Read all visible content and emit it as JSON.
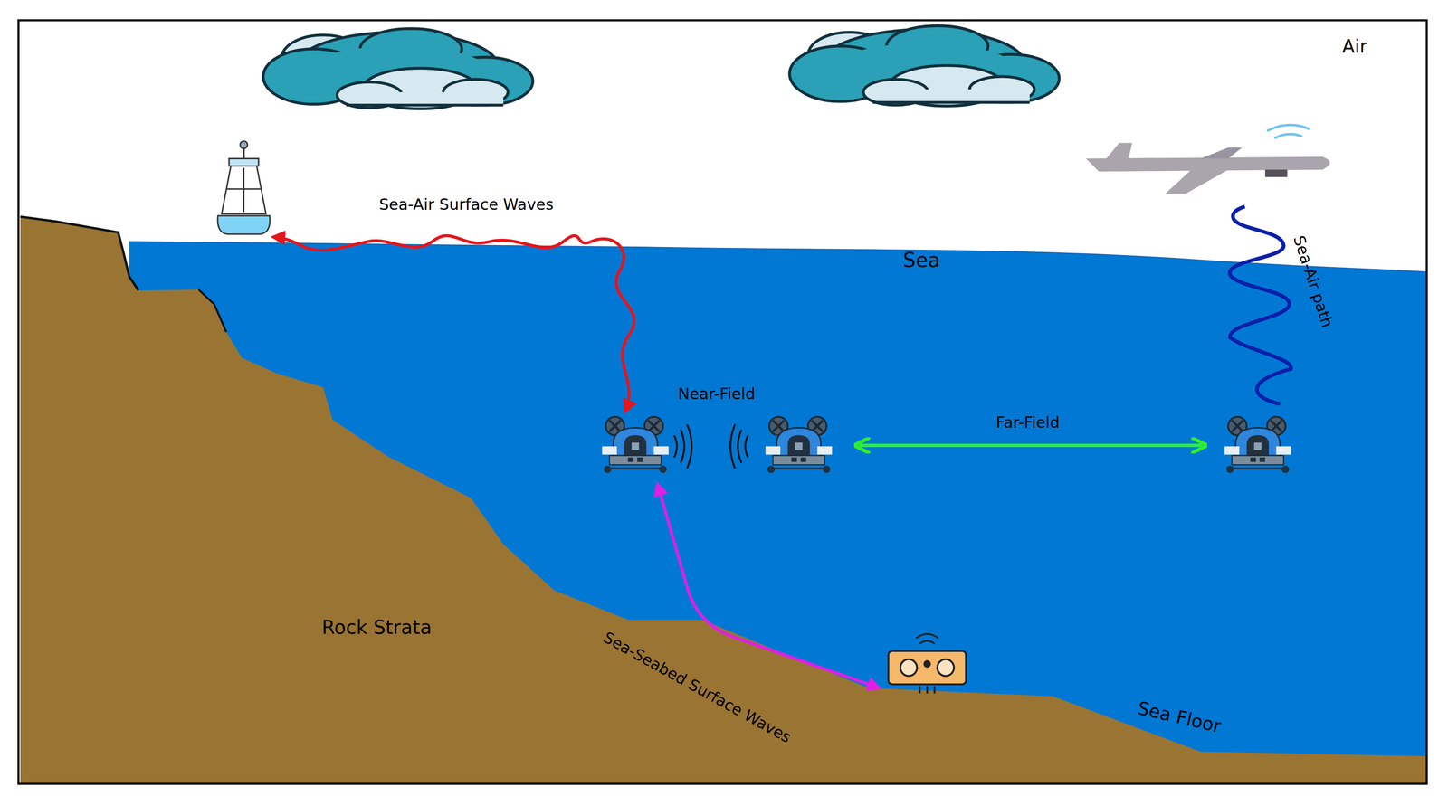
{
  "diagram": {
    "labels": [
      "Air",
      "Sea-Air Surface Waves",
      "Sea",
      "Sea-Air path",
      "Near-Field",
      "Far-Field",
      "Rock Strata",
      "Sea-Seabed Surface Waves",
      "Sea Floor"
    ]
  }
}
